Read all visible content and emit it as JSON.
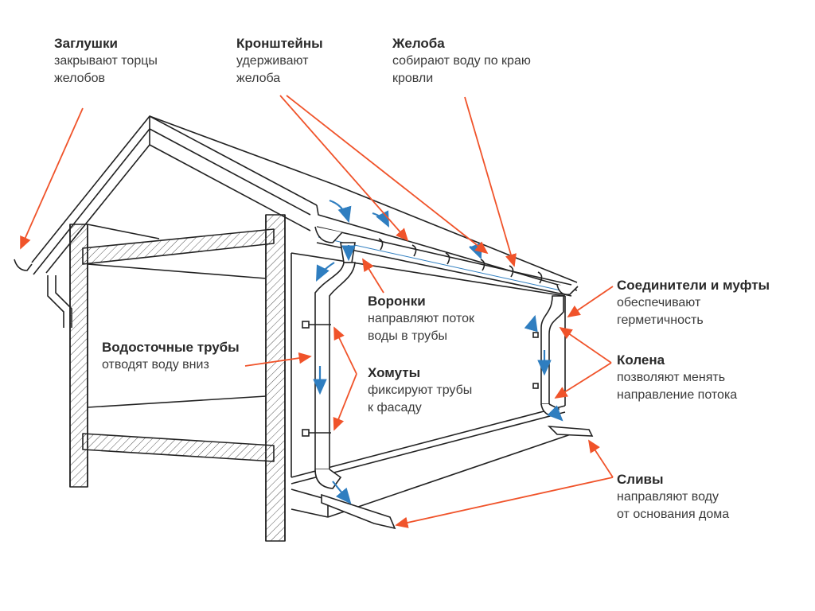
{
  "title": "Водосточная система дома",
  "colors": {
    "callout": "#f0532a",
    "water": "#2f7ec0",
    "line": "#222222",
    "hatch": "#555555"
  },
  "labels": {
    "plugs": {
      "title": "Заглушки",
      "desc": [
        "закрывают торцы",
        "желобов"
      ]
    },
    "brackets": {
      "title": "Кронштейны",
      "desc": [
        "удерживают",
        "желоба"
      ]
    },
    "gutters": {
      "title": "Желоба",
      "desc": [
        "собирают воду по краю",
        "кровли"
      ]
    },
    "connectors": {
      "title": "Соединители и муфты",
      "desc": [
        "обеспечивают",
        "герметичность"
      ]
    },
    "funnels": {
      "title": "Воронки",
      "desc": [
        "направляют поток",
        "воды в трубы"
      ]
    },
    "downpipes": {
      "title": "Водосточные трубы",
      "desc": [
        "отводят воду вниз"
      ]
    },
    "clamps": {
      "title": "Хомуты",
      "desc": [
        "фиксируют трубы",
        "к фасаду"
      ]
    },
    "elbows": {
      "title": "Колена",
      "desc": [
        "позволяют менять",
        "направление потока"
      ]
    },
    "drains": {
      "title": "Сливы",
      "desc": [
        "направляют воду",
        "от основания дома"
      ]
    }
  }
}
